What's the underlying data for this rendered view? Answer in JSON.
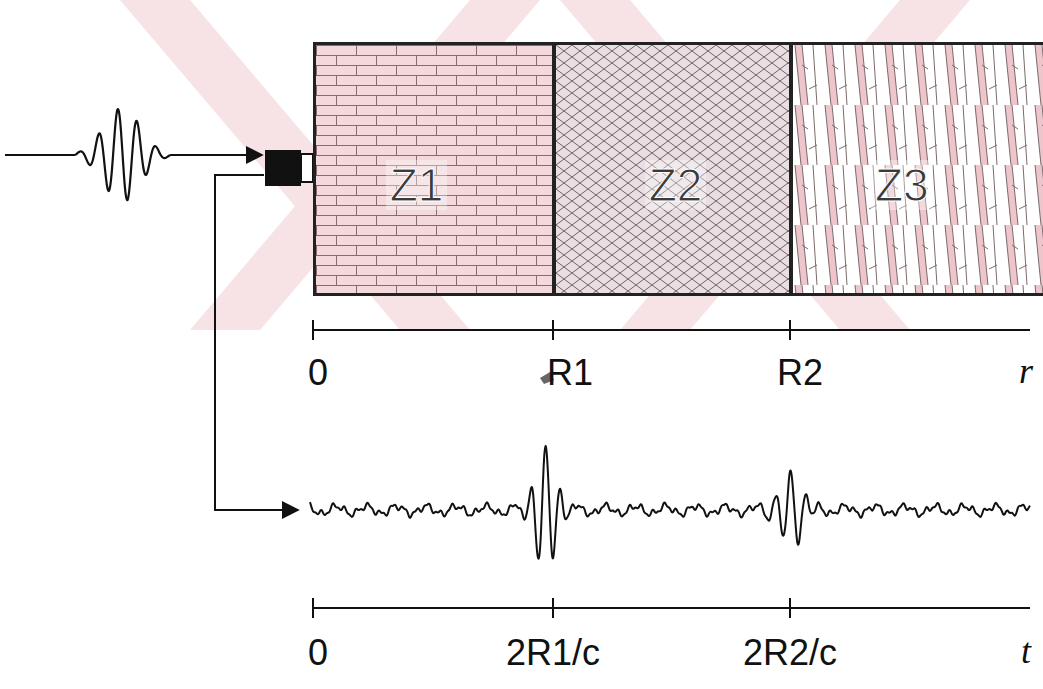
{
  "diagram": {
    "nodes": [
      {
        "text": [
          "Z1"
        ]
      },
      {
        "text": [
          "Z2"
        ]
      },
      {
        "text": [
          "Z3"
        ]
      }
    ],
    "labels": [
      "0",
      "R1",
      "R2",
      "r",
      "0",
      "2R1/c",
      "2R2/c",
      "t"
    ]
  }
}
